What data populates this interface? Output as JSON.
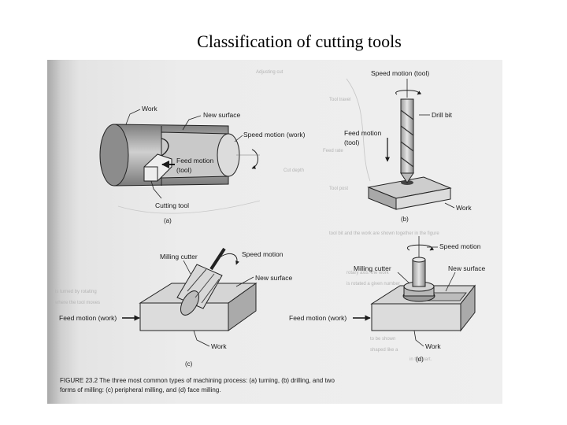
{
  "title": "Classification of cutting tools",
  "panels": {
    "a": {
      "sub": "(a)",
      "work": "Work",
      "new_surface": "New surface",
      "speed_motion": "Speed motion (work)",
      "feed_motion_1": "Feed motion",
      "feed_motion_2": "(tool)",
      "cutting_tool": "Cutting tool"
    },
    "b": {
      "sub": "(b)",
      "speed_motion": "Speed motion (tool)",
      "drill_bit": "Drill bit",
      "feed_motion_1": "Feed motion",
      "feed_motion_2": "(tool)",
      "work": "Work"
    },
    "c": {
      "sub": "(c)",
      "milling_cutter": "Milling cutter",
      "speed_motion": "Speed motion",
      "new_surface": "New surface",
      "feed_motion": "Feed motion (work)",
      "work": "Work"
    },
    "d": {
      "sub": "(d)",
      "speed_motion": "Speed motion",
      "milling_cutter": "Milling cutter",
      "new_surface": "New surface",
      "feed_motion": "Feed motion (work)",
      "work": "Work"
    }
  },
  "caption": {
    "line1": "FIGURE 23.2   The three most common types of machining process: (a) turning, (b) drilling, and two",
    "line2": "forms of milling: (c) peripheral milling, and (d) face milling."
  }
}
